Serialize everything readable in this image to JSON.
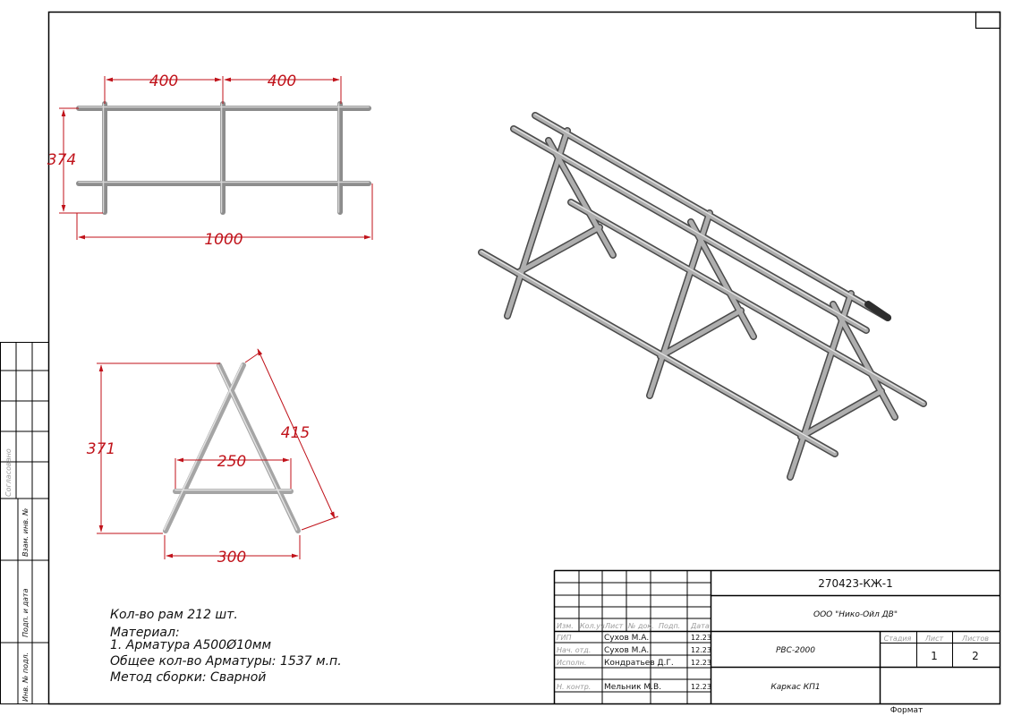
{
  "dimensions": {
    "top_w1": "400",
    "top_w2": "400",
    "top_h": "374",
    "top_total": "1000",
    "side_h": "371",
    "side_mid": "250",
    "side_base": "300",
    "side_diag": "415"
  },
  "notes": {
    "l1": "Кол-во рам 212 шт.",
    "l2": "Материал:",
    "l3": "1.  Арматура А500Ø10мм",
    "l4": "Общее кол-во Арматуры: 1537 м.п.",
    "l5": "Метод сборки: Сварной"
  },
  "left_strip": {
    "sog": "Согласовано",
    "vzam": "Взам. инв. №",
    "podp": "Подп. и дата",
    "inv": "Инв. № подл."
  },
  "title_block": {
    "doc_code": "270423-КЖ-1",
    "company": "ООО \"Нико-Ойл ДВ\"",
    "project": "РВС-2000",
    "sheet_title": "Каркас КП1",
    "hdr": {
      "izm": "Изм.",
      "kol": "Кол.уч",
      "list": "Лист",
      "ndok": "№ док.",
      "podp": "Подп.",
      "data": "Дата"
    },
    "roles": {
      "gip": "ГИП",
      "nach": "Нач. отд.",
      "ispoln": "Исполн.",
      "nkontr": "Н. контр."
    },
    "names": {
      "gip": "Сухов М.А.",
      "nach": "Сухов М.А.",
      "ispoln": "Кондратьев Д.Г.",
      "nkontr": "Мельник М.В."
    },
    "dates": {
      "gip": "12.23",
      "nach": "12.23",
      "ispoln": "12.23",
      "nkontr": "12.23"
    },
    "stadiya_label": "Стадия",
    "list_label": "Лист",
    "listov_label": "Листов",
    "list_value": "1",
    "listov_value": "2",
    "format_label": "Формат"
  }
}
